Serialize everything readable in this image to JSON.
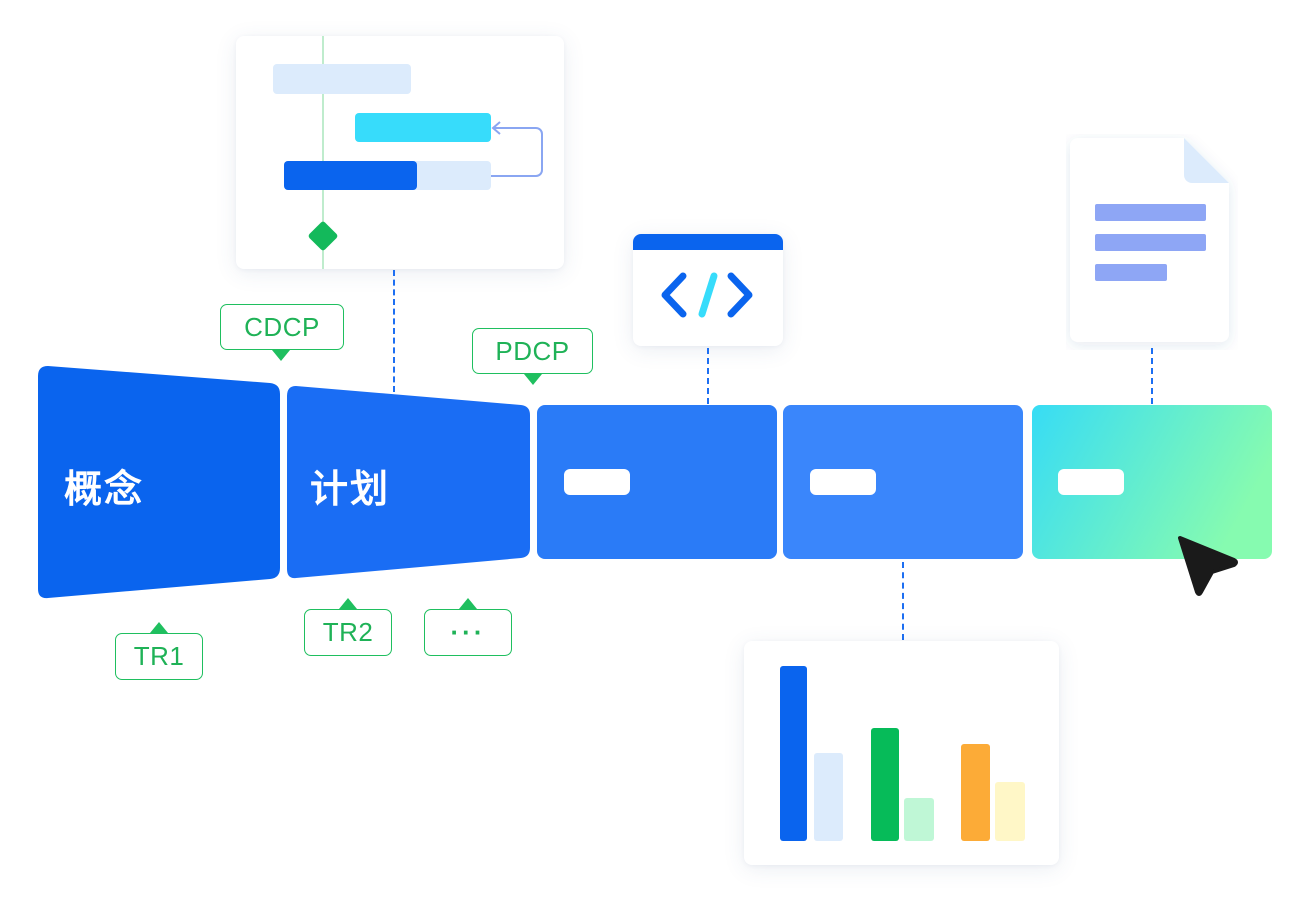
{
  "stages": [
    {
      "id": "concept",
      "label": "概念"
    },
    {
      "id": "plan",
      "label": "计划"
    },
    {
      "id": "develop",
      "label": ""
    },
    {
      "id": "verify",
      "label": ""
    },
    {
      "id": "release",
      "label": ""
    }
  ],
  "milestones": {
    "cdcp": "CDCP",
    "pdcp": "PDCP",
    "tr1": "TR1",
    "tr2": "TR2",
    "more": "···"
  },
  "colors": {
    "stage_dark": "#0a64ee",
    "stage_mid": "#2a7bf7",
    "stage_light": "#3a86fb",
    "release_gradient_start": "#37dcf5",
    "release_gradient_end": "#86fbb0",
    "milestone_green": "#1fbf5f",
    "connector_blue": "#1d6ff2"
  },
  "icons": {
    "code_window": "code-brackets-icon",
    "document": "document-icon",
    "cursor": "cursor-arrow-icon",
    "milestone_marker": "diamond-icon"
  }
}
